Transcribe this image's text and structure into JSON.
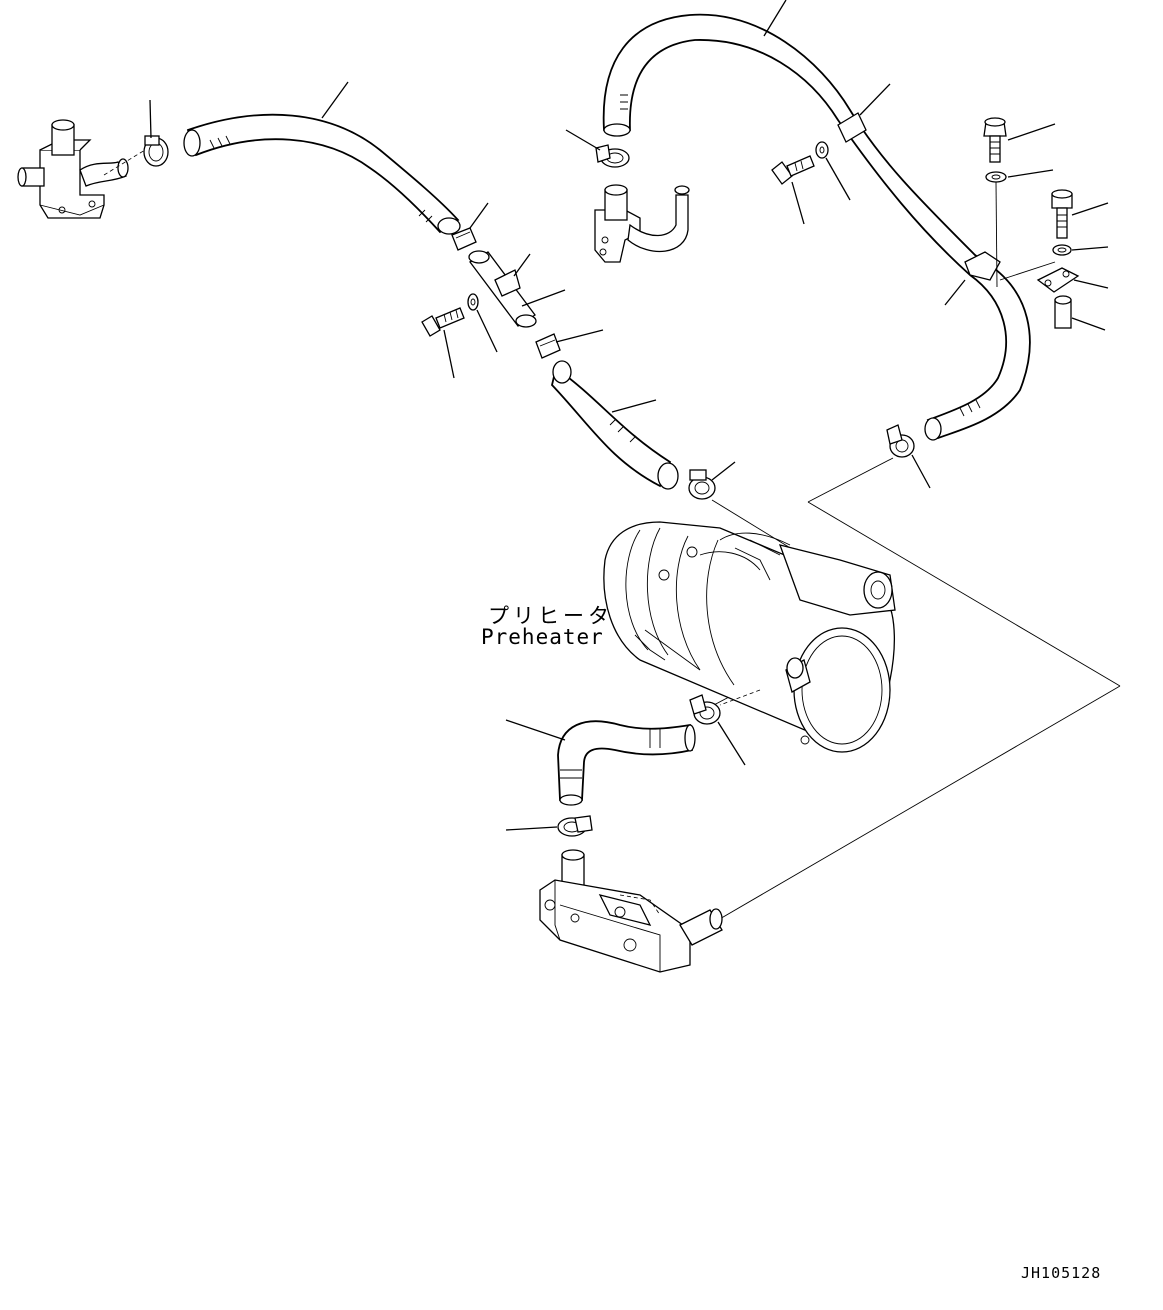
{
  "diagram": {
    "callout_jp": "プリヒータ",
    "callout_en": "Preheater",
    "drawing_code": "JH105128"
  }
}
